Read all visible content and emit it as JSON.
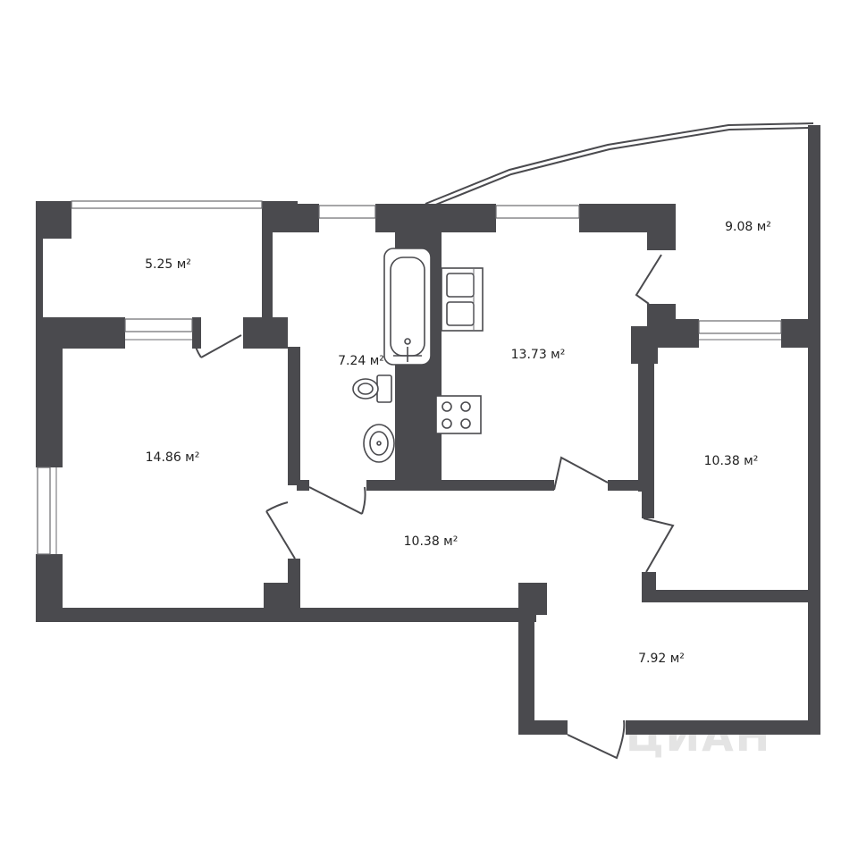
{
  "rooms": [
    {
      "id": "loggia-left",
      "area": "5.25 м²"
    },
    {
      "id": "bathroom",
      "area": "7.24 м²"
    },
    {
      "id": "kitchen",
      "area": "13.73 м²"
    },
    {
      "id": "balcony-right",
      "area": "9.08 м²"
    },
    {
      "id": "living-room",
      "area": "14.86 м²"
    },
    {
      "id": "bedroom-right",
      "area": "10.38 м²"
    },
    {
      "id": "hallway",
      "area": "10.38 м²"
    },
    {
      "id": "entrance-hall",
      "area": "7.92 м²"
    }
  ],
  "watermark": "ЦИАН",
  "colors": {
    "wall": "#4a4a4e",
    "background": "#ffffff"
  }
}
